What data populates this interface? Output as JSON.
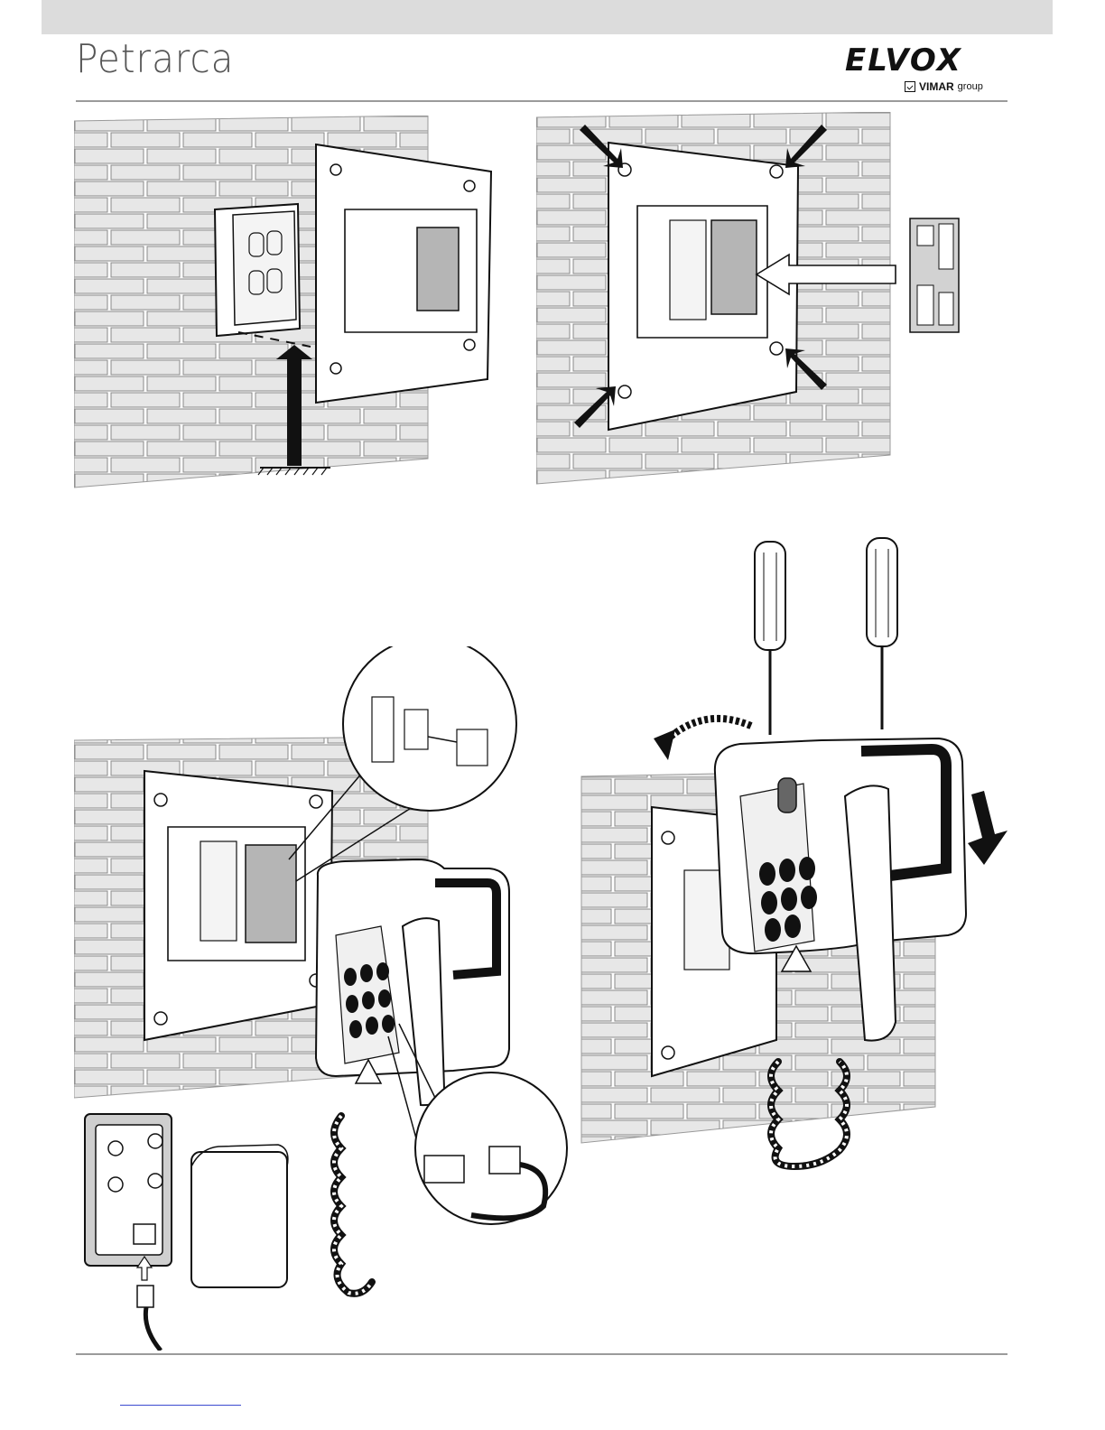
{
  "header": {
    "title": "Petrarca",
    "brand": "ELVOX",
    "sub_brand": "VIMAR",
    "sub_brand_suffix": "group"
  },
  "figures": {
    "step1": "wall-box-and-mounting-plate",
    "step2": "plate-fixed-with-four-screws-and-terminal-board",
    "step3": "connector-wiring-and-handset",
    "step4": "intercom-hung-on-plate-with-screwdrivers"
  },
  "icons": [
    "arrow-up-icon",
    "arrow-diagonal-icon",
    "arrow-left-icon",
    "arrow-down-icon",
    "rotate-arrow-icon",
    "screwdriver-icon"
  ]
}
